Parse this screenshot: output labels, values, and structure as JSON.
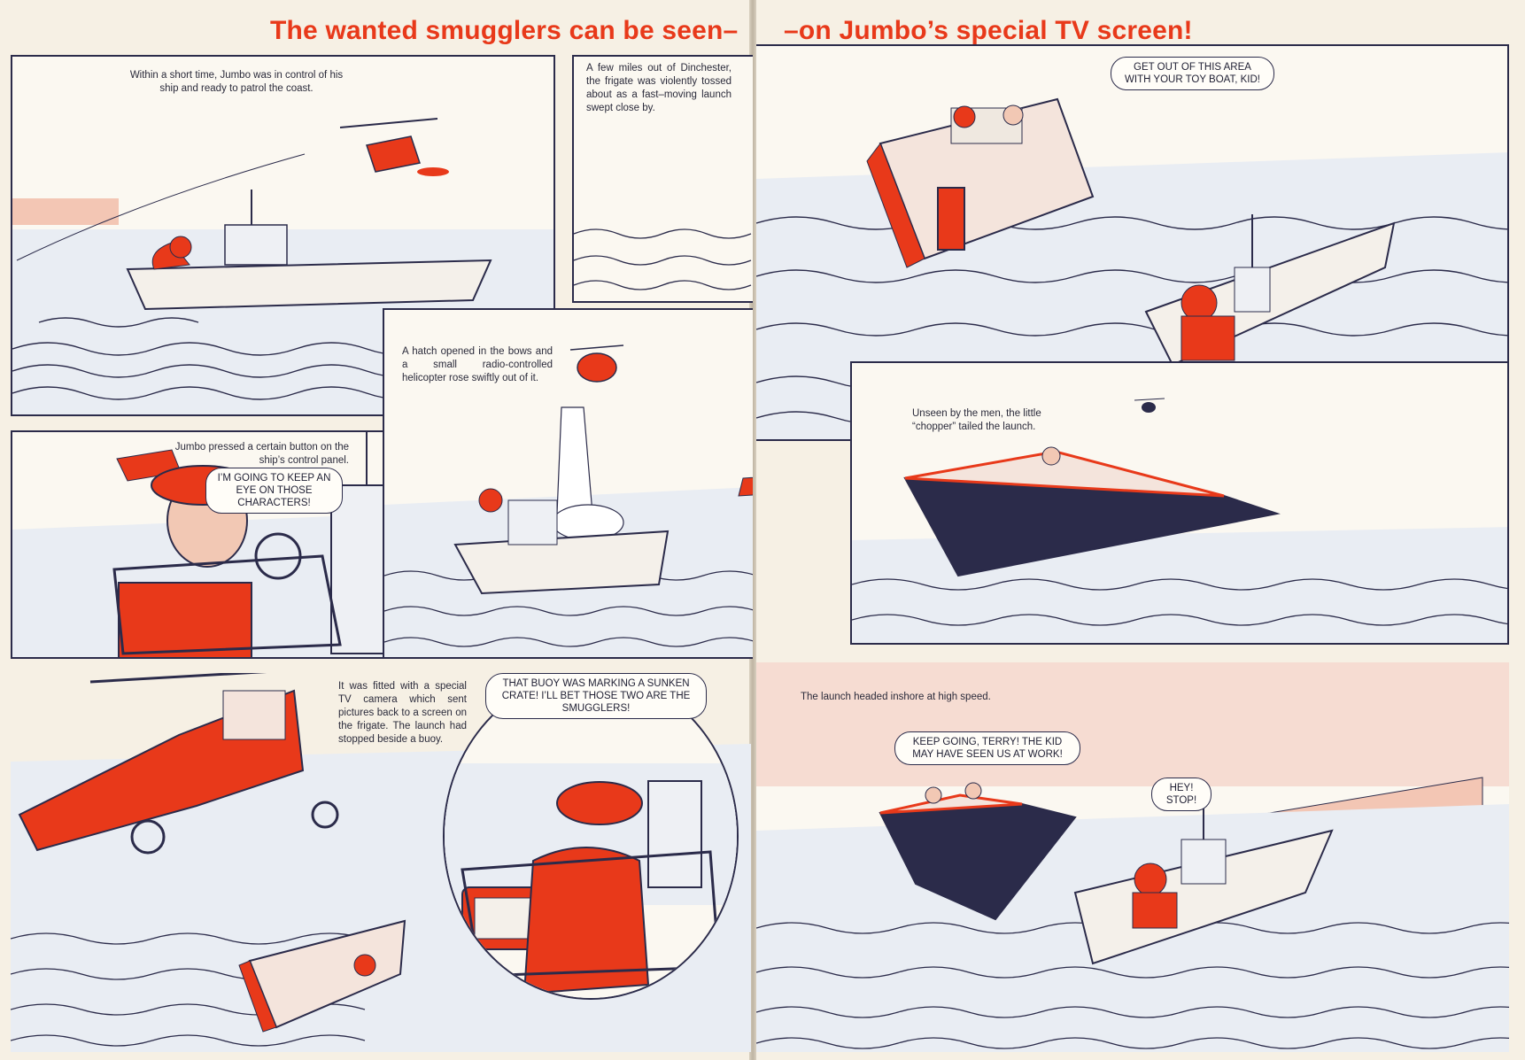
{
  "headline": {
    "left": "The wanted smugglers can be seen–",
    "right": "–on Jumbo’s special TV screen!"
  },
  "panels": {
    "p1": {
      "caption": "Within a short time, Jumbo was in control of his ship and ready to patrol the coast."
    },
    "p2": {
      "caption": "A few miles out of Dinchester, the frigate was violently tossed about as a fast–moving launch swept close by."
    },
    "p3": {
      "bubble": "Get out of this area with your toy boat, kid!"
    },
    "p4": {
      "caption": "Jumbo pressed a certain button on the ship’s control panel.",
      "bubble": "I’m going to keep an eye on those characters!"
    },
    "p5": {
      "caption": "A hatch opened in the bows and a small radio-controlled helicopter rose swiftly out of it."
    },
    "p6": {
      "caption": "Unseen by the men, the little “chopper” tailed the launch."
    },
    "p7": {
      "caption": "It was fitted with a special TV camera which sent pictures back to a screen on the frigate. The launch had stopped beside a buoy."
    },
    "p8": {
      "bubble": "That buoy was marking a sunken crate! I’ll bet those two are the smugglers!"
    },
    "p9": {
      "caption": "The launch headed inshore at high speed.",
      "bubble1": "Keep going, Terry! The kid may have seen us at work!",
      "bubble2": "Hey! Stop!"
    }
  },
  "colors": {
    "accent_red": "#e8391a",
    "ink": "#2b2b4a",
    "paper": "#f6f0e4",
    "sea_blue": "#3b4a7a",
    "skin": "#f2c8b4"
  }
}
